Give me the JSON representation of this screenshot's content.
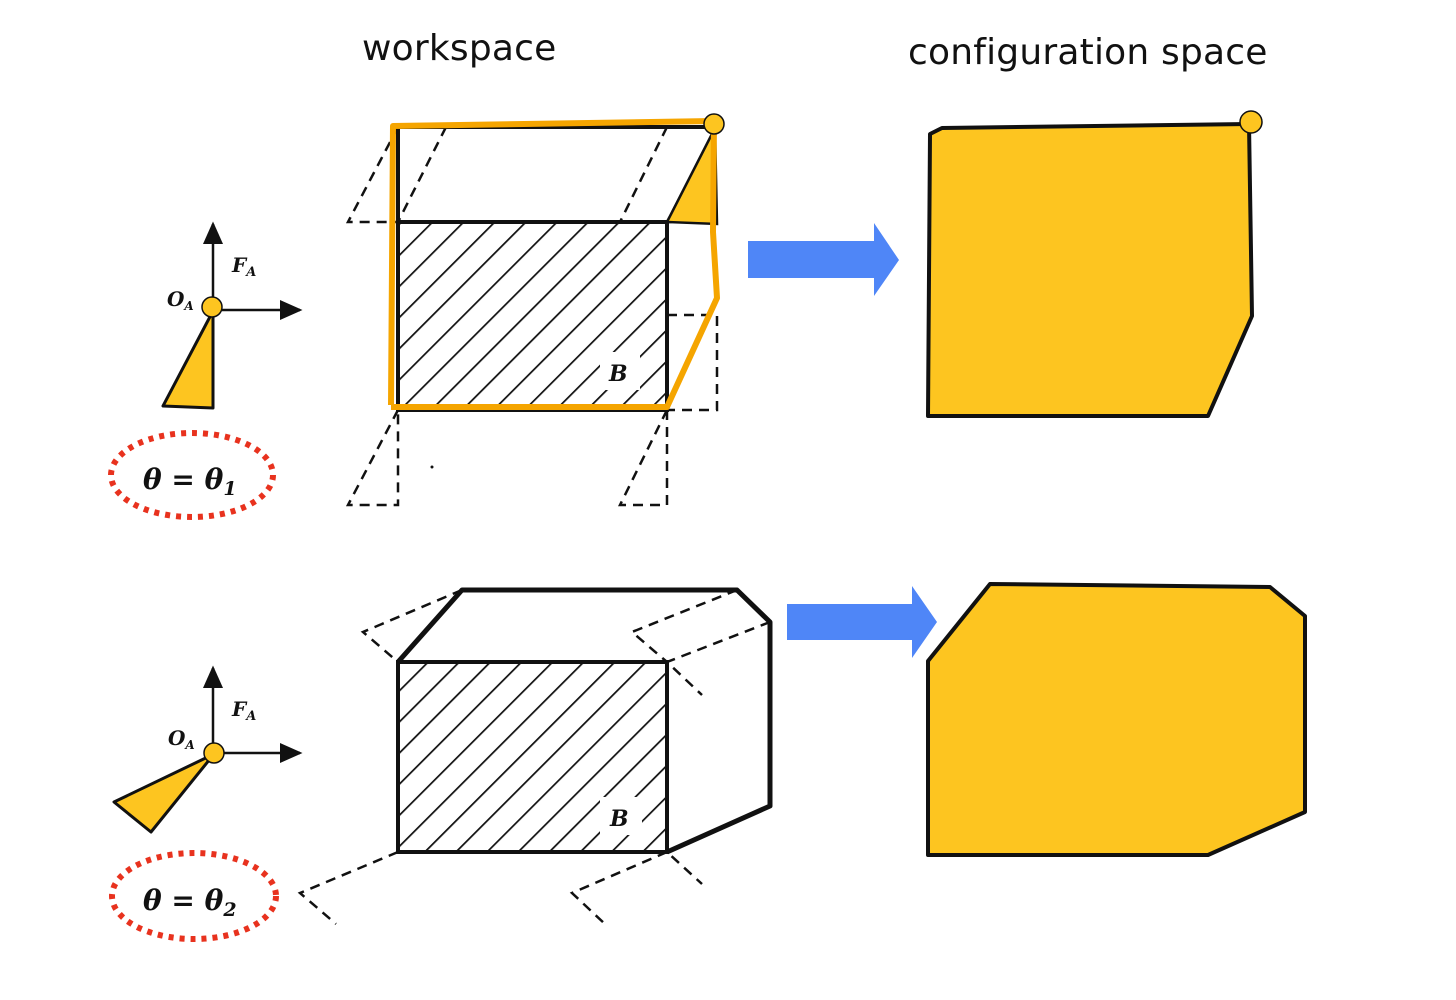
{
  "headings": {
    "workspace": "workspace",
    "configuration_space": "configuration space"
  },
  "rows": [
    {
      "frame_label": "F",
      "frame_subscript": "A",
      "origin_label": "O",
      "origin_subscript": "A",
      "obstacle_label": "B",
      "angle_label": "θ = θ",
      "angle_subscript": "1"
    },
    {
      "frame_label": "F",
      "frame_subscript": "A",
      "origin_label": "O",
      "origin_subscript": "A",
      "obstacle_label": "B",
      "angle_label": "θ = θ",
      "angle_subscript": "2"
    }
  ],
  "colors": {
    "c_obstacle_fill": "#FDC520",
    "boundary_highlight": "#F5A500",
    "arrow": "#4F86F7",
    "ellipse": "#E8321E",
    "outline": "#111111"
  }
}
